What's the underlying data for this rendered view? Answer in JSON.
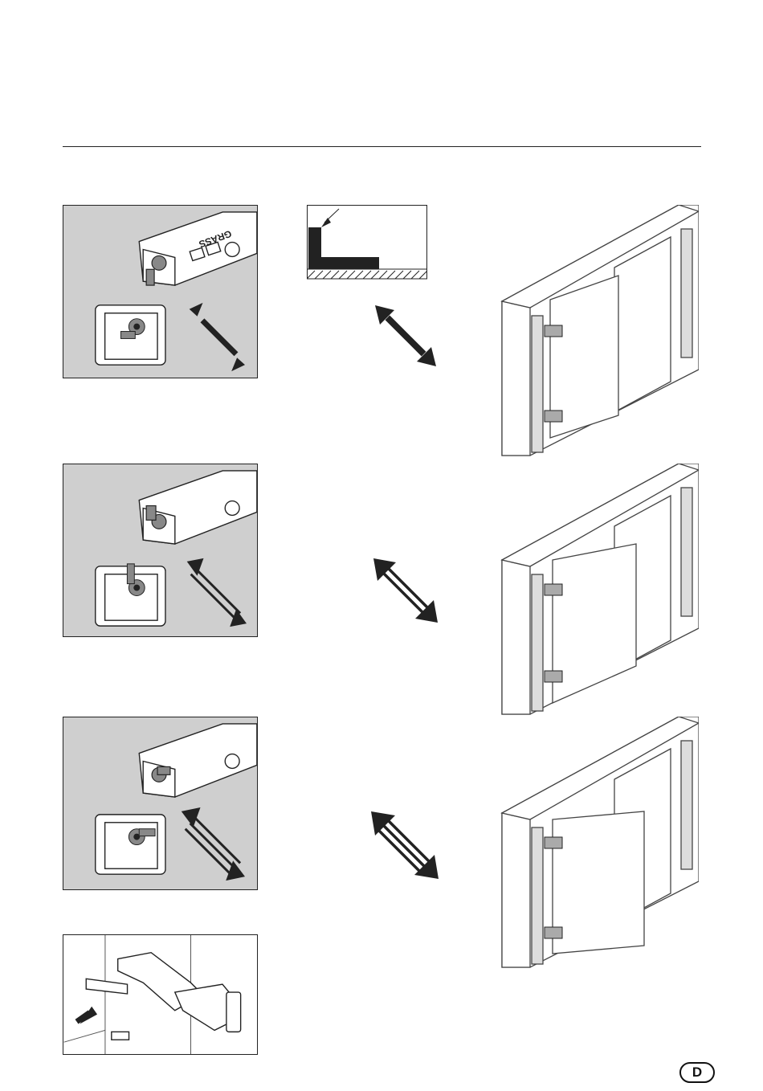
{
  "page": {
    "brand_engraving": "GRASS",
    "page_badge": "D"
  },
  "figures": [
    {
      "name": "hinge-adjust-detail-1",
      "arrow_style": "solid"
    },
    {
      "name": "hinge-adjust-detail-2",
      "arrow_style": "double-line"
    },
    {
      "name": "hinge-adjust-detail-3",
      "arrow_style": "triple-line"
    },
    {
      "name": "hinge-insert-detail",
      "arrow_style": "push"
    }
  ],
  "cabinets": [
    {
      "name": "cabinet-door-position-1"
    },
    {
      "name": "cabinet-door-position-2"
    },
    {
      "name": "cabinet-door-position-3"
    }
  ]
}
